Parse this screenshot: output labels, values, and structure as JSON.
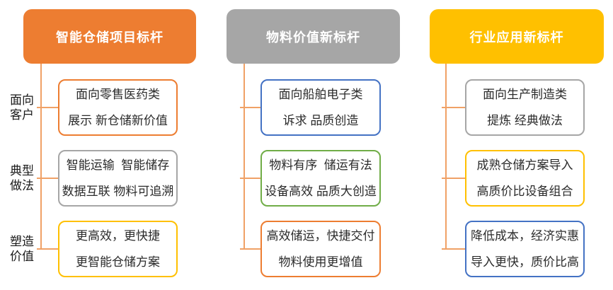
{
  "page": {
    "background_color": "#FFFFFF",
    "connector_color": "#F0A166",
    "header_text_color": "#FFFFFF",
    "box_text_color": "#2B2B2B"
  },
  "row_labels": [
    {
      "label": "面向客户"
    },
    {
      "label": "典型做法"
    },
    {
      "label": "塑造价值"
    }
  ],
  "columns": [
    {
      "header": {
        "label": "智能仓储项目标杆",
        "color": "#ED7D31"
      },
      "boxes": [
        {
          "line1": "面向零售医药类",
          "line2": "展示 新仓储新价值",
          "border_color": "#ED7D31"
        },
        {
          "line1": "智能运输  智能储存",
          "line2": "数据互联 物料可追溯",
          "border_color": "#A6A6A6"
        },
        {
          "line1": "更高效，更快捷",
          "line2": "更智能仓储方案",
          "border_color": "#FFC000"
        }
      ]
    },
    {
      "header": {
        "label": "物料价值新标杆",
        "color": "#A6A6A6"
      },
      "boxes": [
        {
          "line1": "面向船舶电子类",
          "line2": "诉求 品质创造",
          "border_color": "#4472C4"
        },
        {
          "line1": "物料有序  储运有法",
          "line2": "设备高效 品质大创造",
          "border_color": "#70AD47"
        },
        {
          "line1": "高效储运，快捷交付",
          "line2": "物料使用更增值",
          "border_color": "#ED7D31"
        }
      ]
    },
    {
      "header": {
        "label": "行业应用新标杆",
        "color": "#FFC000"
      },
      "boxes": [
        {
          "line1": "面向生产制造类",
          "line2": "提炼 经典做法",
          "border_color": "#A6A6A6"
        },
        {
          "line1": "成熟仓储方案导入",
          "line2": "高质价比设备组合",
          "border_color": "#FFC000"
        },
        {
          "line1": "降低成本，经济实惠",
          "line2": "导入更快，质价比高",
          "border_color": "#4472C4"
        }
      ]
    }
  ]
}
